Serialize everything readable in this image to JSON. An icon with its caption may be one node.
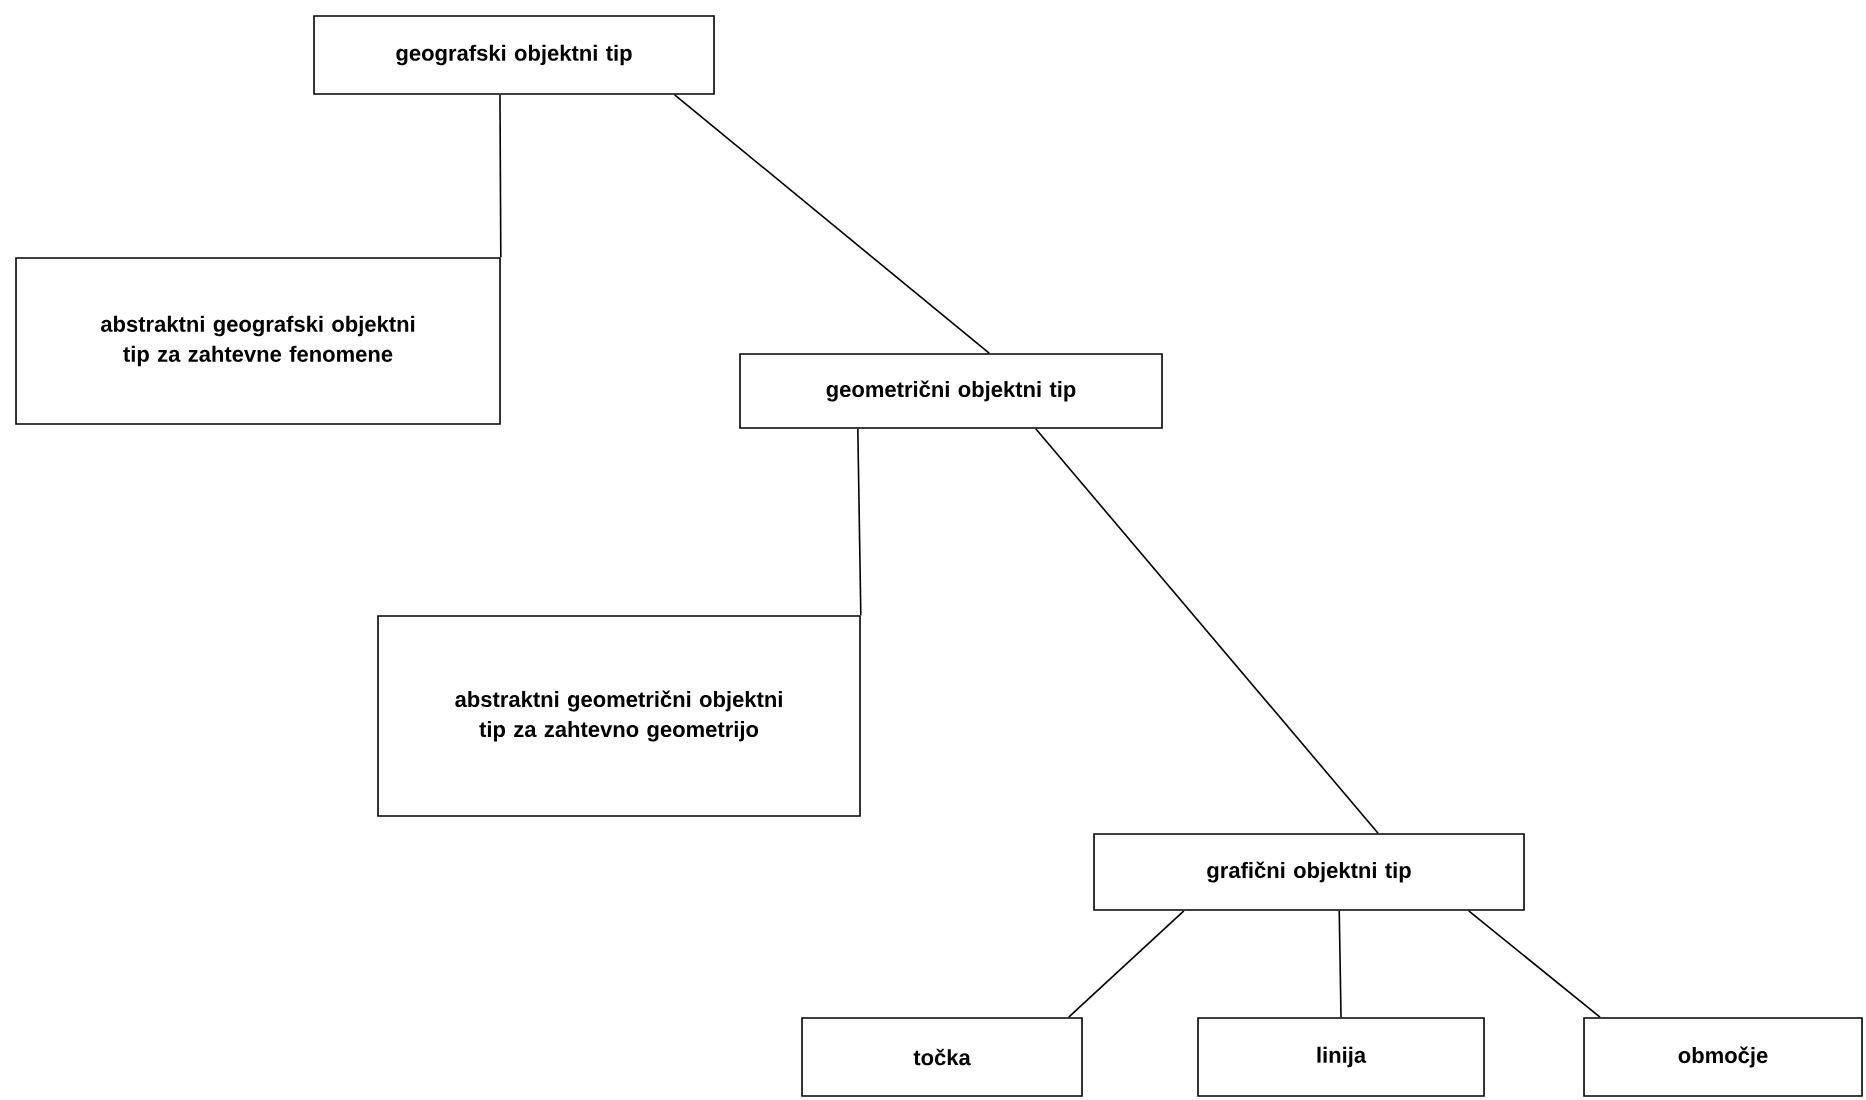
{
  "diagram": {
    "nodes": [
      {
        "text": [
          "geografski objektni tip"
        ]
      },
      {
        "text": [
          "abstraktni geografski objektni tip za zahtevne fenomene"
        ]
      },
      {
        "text": [
          "geometrični objektni tip"
        ]
      },
      {
        "text": [
          "abstraktni geometrični objektni tip za zahtevno geometrijo"
        ]
      },
      {
        "text": [
          "grafični objektni tip"
        ]
      },
      {
        "text": [
          "točka"
        ]
      },
      {
        "text": [
          "linija"
        ]
      },
      {
        "text": [
          "območje"
        ]
      }
    ],
    "edges": [
      {
        "from": 0,
        "to": 1,
        "arrow": "none"
      },
      {
        "from": 0,
        "to": 2,
        "arrow": "none"
      },
      {
        "from": 2,
        "to": 3,
        "arrow": "none"
      },
      {
        "from": 2,
        "to": 4,
        "arrow": "none"
      },
      {
        "from": 4,
        "to": 5,
        "arrow": "none"
      },
      {
        "from": 4,
        "to": 6,
        "arrow": "none"
      },
      {
        "from": 4,
        "to": 7,
        "arrow": "none"
      }
    ]
  }
}
